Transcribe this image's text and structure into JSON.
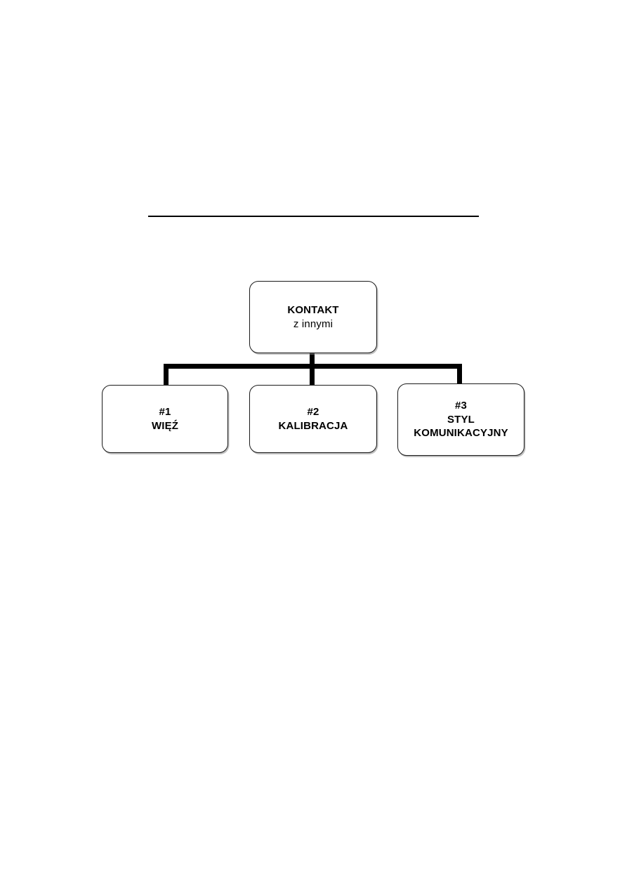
{
  "page": {
    "background_color": "#ffffff",
    "ink_color": "#000000"
  },
  "divider": {
    "name": "horizontal-rule"
  },
  "chart_data": {
    "type": "diagram",
    "diagram_kind": "hierarchy-tree",
    "title": "",
    "root": {
      "lines": [
        {
          "text": "KONTAKT",
          "weight": "bold"
        },
        {
          "text": "z innymi",
          "weight": "regular"
        }
      ]
    },
    "children": [
      {
        "index": "#1",
        "lines": [
          {
            "text": "#1",
            "weight": "bold"
          },
          {
            "text": "WIĘŹ",
            "weight": "bold"
          }
        ]
      },
      {
        "index": "#2",
        "lines": [
          {
            "text": "#2",
            "weight": "bold"
          },
          {
            "text": "KALIBRACJA",
            "weight": "bold"
          }
        ]
      },
      {
        "index": "#3",
        "lines": [
          {
            "text": "#3",
            "weight": "bold"
          },
          {
            "text": "STYL",
            "weight": "bold"
          },
          {
            "text": "KOMUNIKACYJNY",
            "weight": "bold"
          }
        ]
      }
    ],
    "connector": {
      "style": "orthogonal-bracket",
      "color": "#000000",
      "stroke_width": 7
    }
  },
  "nodes": {
    "root": {
      "line1": "KONTAKT",
      "line2": "z innymi"
    },
    "child1": {
      "line1": "#1",
      "line2": "WIĘŹ"
    },
    "child2": {
      "line1": "#2",
      "line2": "KALIBRACJA"
    },
    "child3": {
      "line1": "#3",
      "line2": "STYL",
      "line3": "KOMUNIKACYJNY"
    }
  }
}
